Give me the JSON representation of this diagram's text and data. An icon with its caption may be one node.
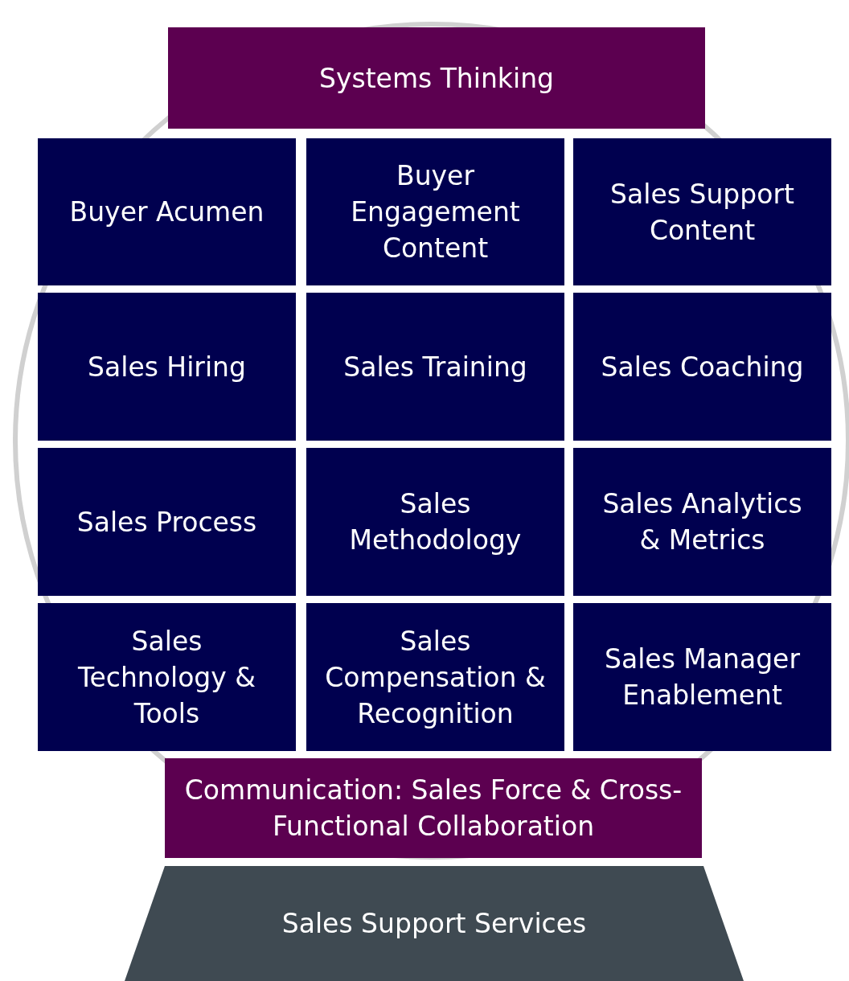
{
  "diagram": {
    "nodes": [
      {
        "text": [
          "Systems Thinking"
        ]
      },
      {
        "text": [
          "Buyer Acumen"
        ]
      },
      {
        "text": [
          "Buyer Engagement Content"
        ]
      },
      {
        "text": [
          "Sales Support Content"
        ]
      },
      {
        "text": [
          "Sales Hiring"
        ]
      },
      {
        "text": [
          "Sales Training"
        ]
      },
      {
        "text": [
          "Sales Coaching"
        ]
      },
      {
        "text": [
          "Sales Process"
        ]
      },
      {
        "text": [
          "Sales Methodology"
        ]
      },
      {
        "text": [
          "Sales Analytics & Metrics"
        ]
      },
      {
        "text": [
          "Sales Technology & Tools"
        ]
      },
      {
        "text": [
          "Sales Compensation & Recognition"
        ]
      },
      {
        "text": [
          "Sales Manager Enablement"
        ]
      },
      {
        "text": [
          "Communication: Sales Force & Cross-Functional Collaboration"
        ]
      },
      {
        "text": [
          "Sales Support Services"
        ]
      }
    ]
  }
}
